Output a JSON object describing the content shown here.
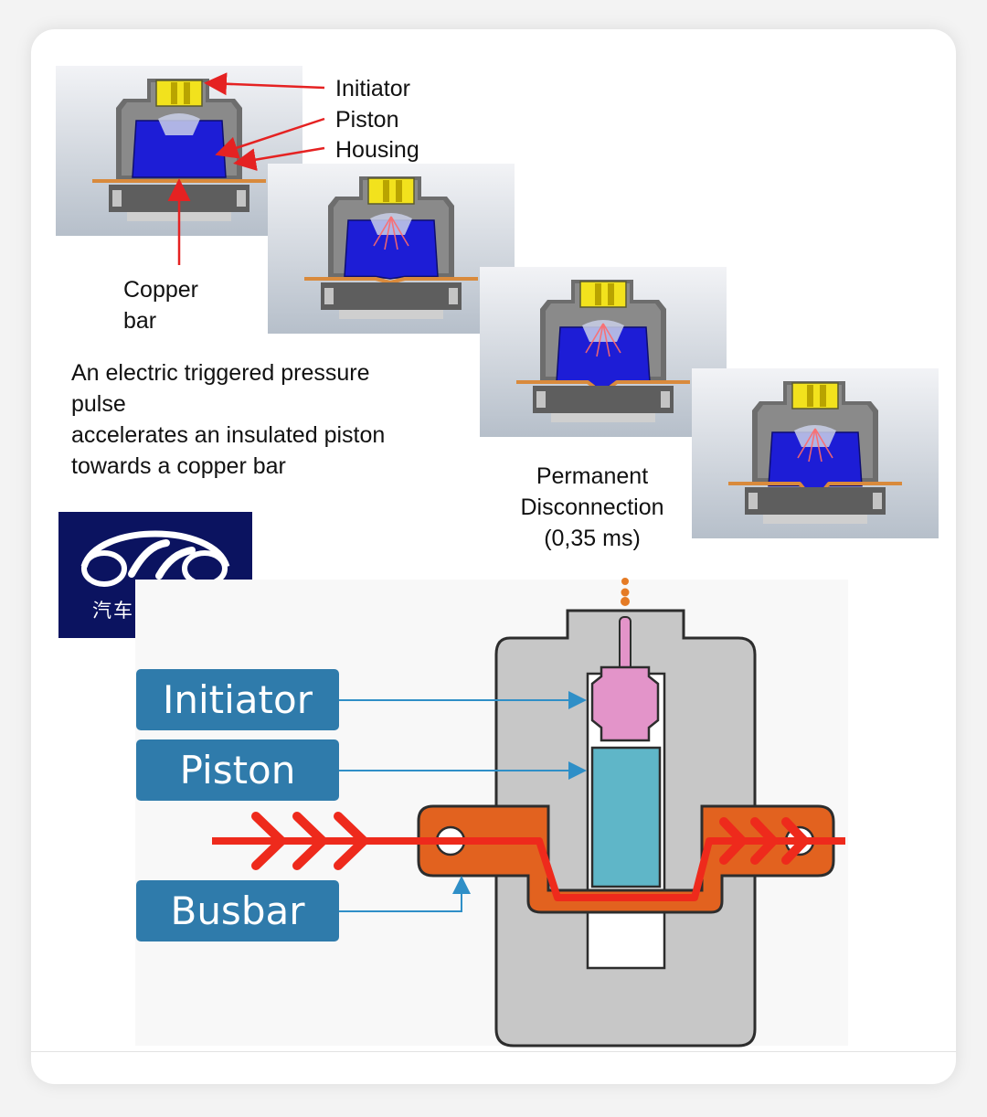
{
  "photo_labels": {
    "initiator": "Initiator",
    "piston": "Piston",
    "housing": "Housing",
    "copper_bar": "Copper\nbar"
  },
  "description": "An electric triggered pressure\npulse\naccelerates an insulated piston\ntowards a copper bar",
  "result": {
    "caption": "Permanent\nDisconnection\n(0,35 ms)"
  },
  "logo": {
    "text": "汽车电子设计"
  },
  "diagram_labels": {
    "initiator": "Initiator",
    "piston": "Piston",
    "busbar": "Busbar"
  },
  "colors": {
    "label_box": "#2f7bab",
    "piston_blue": "#1d1dd6",
    "initiator_yellow": "#f2e21d",
    "copper_bar": "#d98a3c",
    "busbar_orange": "#e2621f",
    "current_arrow_red": "#ee2a1c",
    "diagram_piston": "#5fb6c8",
    "diagram_initiator": "#e394c9",
    "logo_bg": "#0b1360"
  }
}
